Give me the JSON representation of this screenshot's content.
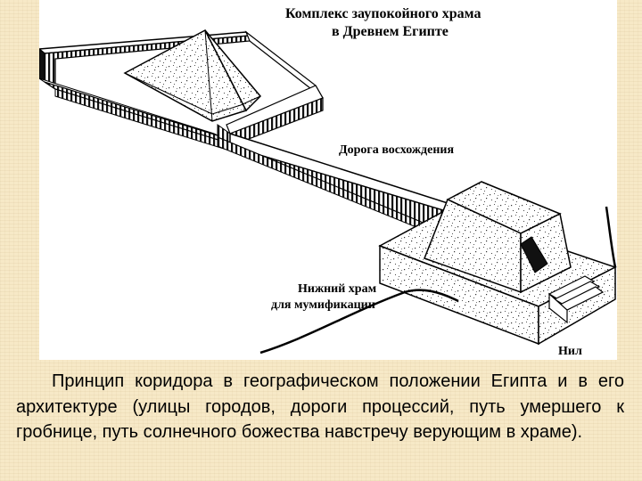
{
  "figure": {
    "title_line1": "Комплекс заупокойного храма",
    "title_line2": "в Древнем Египте",
    "label_causeway": "Дорога восхождения",
    "label_lower_temple_line1": "Нижний храм",
    "label_lower_temple_line2": "для мумификации",
    "label_nile": "Нил"
  },
  "caption": "Принцип коридора в географическом положении Египта и в его архитектуре (улицы городов, дороги процессий, путь умершего к гробнице, путь солнечного божества навстречу верующим в храме).",
  "colors": {
    "background": "#f7e9c7",
    "figure_background": "#ffffff",
    "ink": "#000000"
  }
}
